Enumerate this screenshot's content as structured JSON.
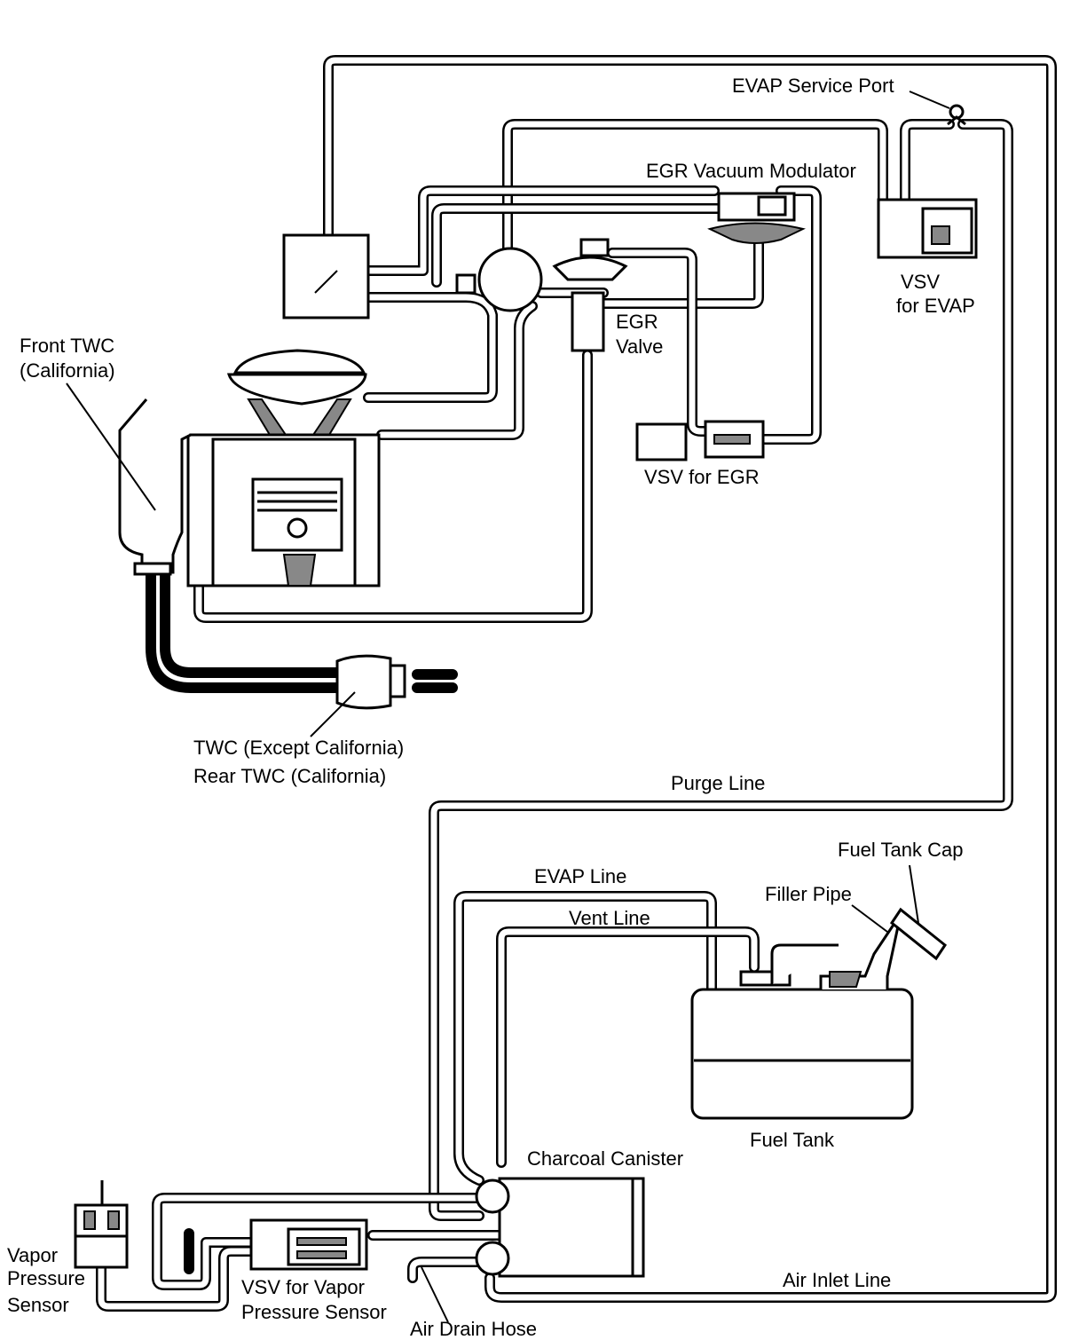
{
  "labels": {
    "evap_service_port": "EVAP Service Port",
    "egr_vacuum_modulator": "EGR Vacuum Modulator",
    "vsv_evap_line1": "VSV",
    "vsv_evap_line2": "for EVAP",
    "egr_valve_line1": "EGR",
    "egr_valve_line2": "Valve",
    "front_twc_line1": "Front TWC",
    "front_twc_line2": "(California)",
    "vsv_for_egr": "VSV for EGR",
    "twc_rear_line1": "TWC (Except California)",
    "twc_rear_line2": "Rear TWC (California)",
    "purge_line": "Purge Line",
    "fuel_tank_cap": "Fuel Tank Cap",
    "evap_line": "EVAP Line",
    "filler_pipe": "Filler Pipe",
    "vent_line": "Vent Line",
    "fuel_tank": "Fuel Tank",
    "charcoal_canister": "Charcoal Canister",
    "vapor_sensor_line1": "Vapor",
    "vapor_sensor_line2": "Pressure",
    "vapor_sensor_line3": "Sensor",
    "vsv_vapor_line1": "VSV for Vapor",
    "vsv_vapor_line2": "Pressure Sensor",
    "air_inlet_line": "Air Inlet Line",
    "air_drain_hose": "Air Drain Hose"
  }
}
